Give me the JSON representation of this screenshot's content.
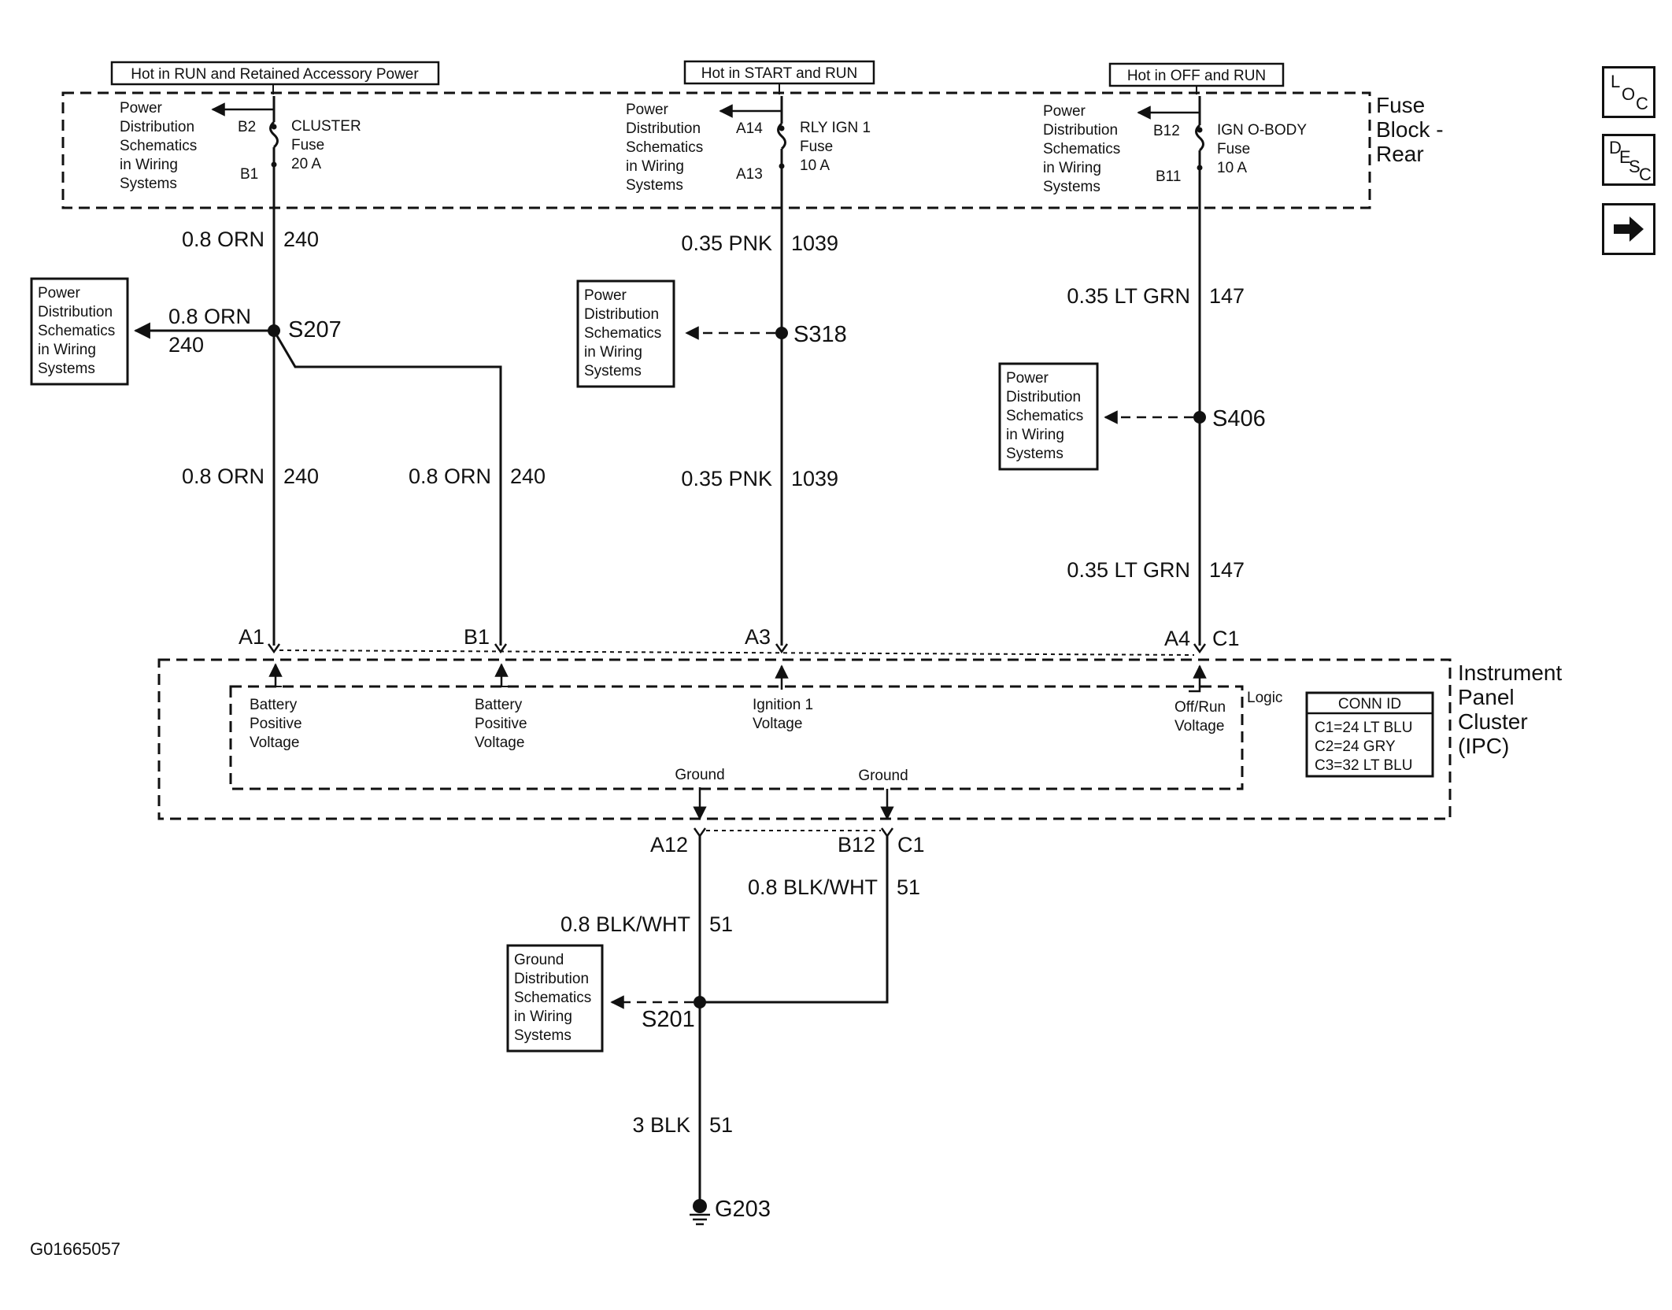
{
  "headers": {
    "h1": "Hot in RUN and Retained Accessory Power",
    "h2": "Hot in START and RUN",
    "h3": "Hot in OFF and RUN"
  },
  "fuse_block": {
    "line1": "Fuse",
    "line2": "Block -",
    "line3": "Rear"
  },
  "pd_ref": {
    "l1": "Power",
    "l2": "Distribution",
    "l3": "Schematics",
    "l4": "in Wiring",
    "l5": "Systems"
  },
  "gd_ref": {
    "l1": "Ground",
    "l2": "Distribution",
    "l3": "Schematics",
    "l4": "in Wiring",
    "l5": "Systems"
  },
  "fuses": {
    "cluster": {
      "name": "CLUSTER",
      "type": "Fuse",
      "rating": "20 A",
      "pin_top": "B2",
      "pin_bot": "B1"
    },
    "rly": {
      "name": "RLY IGN 1",
      "type": "Fuse",
      "rating": "10 A",
      "pin_top": "A14",
      "pin_bot": "A13"
    },
    "ign": {
      "name": "IGN O-BODY",
      "type": "Fuse",
      "rating": "10 A",
      "pin_top": "B12",
      "pin_bot": "B11"
    }
  },
  "wires": {
    "orn": {
      "gauge": "0.8 ORN",
      "circuit": "240"
    },
    "pnk": {
      "gauge": "0.35 PNK",
      "circuit": "1039"
    },
    "grn": {
      "gauge": "0.35 LT GRN",
      "circuit": "147"
    },
    "bw": {
      "gauge": "0.8 BLK/WHT",
      "circuit": "51"
    },
    "blk": {
      "gauge": "3 BLK",
      "circuit": "51"
    }
  },
  "splices": {
    "s207": "S207",
    "s318": "S318",
    "s406": "S406",
    "s201": "S201"
  },
  "connectors": {
    "a1": "A1",
    "b1": "B1",
    "a3": "A3",
    "a4": "A4",
    "c1": "C1",
    "a12": "A12",
    "b12": "B12"
  },
  "ipc": {
    "label1": "Instrument",
    "label2": "Panel",
    "label3": "Cluster",
    "label4": "(IPC)",
    "logic": "Logic",
    "batt": {
      "l1": "Battery",
      "l2": "Positive",
      "l3": "Voltage"
    },
    "ign": {
      "l1": "Ignition 1",
      "l2": "Voltage"
    },
    "offrun": {
      "l1": "Off/Run",
      "l2": "Voltage"
    },
    "ground": "Ground"
  },
  "conn_id": {
    "title": "CONN ID",
    "c1": "C1=24 LT BLU",
    "c2": "C2=24 GRY",
    "c3": "C3=32 LT BLU"
  },
  "ground_point": "G203",
  "figure_id": "G01665057",
  "nav": {
    "loc": {
      "l": "L",
      "o": "O",
      "c": "C"
    },
    "desc": {
      "d": "D",
      "e": "E",
      "s": "S",
      "c": "C"
    }
  }
}
